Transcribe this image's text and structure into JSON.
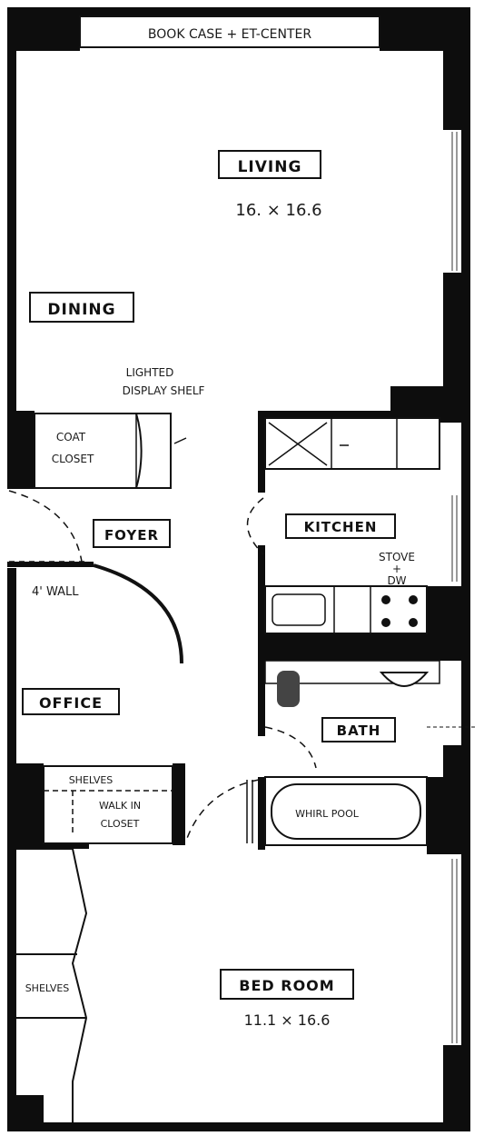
{
  "labels": {
    "bookcase": "BOOK CASE + ET-CENTER",
    "living": "LIVING",
    "living_dim": "16.   × 16.6",
    "dining": "DINING",
    "lighted_shelf_1": "LIGHTED",
    "lighted_shelf_2": "DISPLAY SHELF",
    "coat_closet_1": "COAT",
    "coat_closet_2": "CLOSET",
    "foyer": "FOYER",
    "kitchen": "KITCHEN",
    "stove_1": "STOVE",
    "stove_2": "+",
    "stove_3": "DW",
    "wall_note": "4'   WALL",
    "office": "OFFICE",
    "bath": "BATH",
    "shelves_top": "SHELVES",
    "walk_in_1": "WALK IN",
    "walk_in_2": "CLOSET",
    "whirlpool": "WHIRL POOL",
    "shelves_side": "SHELVES",
    "bedroom": "BED ROOM",
    "bedroom_dim": "11.1 × 16.6"
  },
  "colors": {
    "wall": "#0d0d0d",
    "line": "#111111",
    "paper": "#ffffff"
  }
}
